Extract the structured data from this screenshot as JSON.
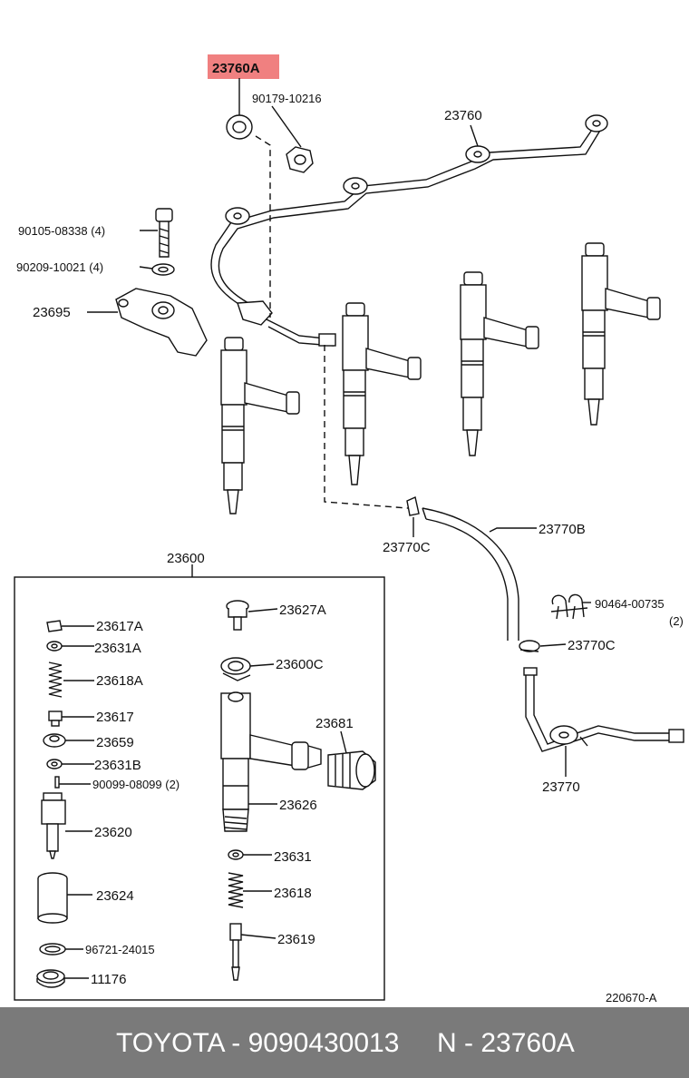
{
  "highlight_color": "#f08080",
  "footer_bg": "#7a7a7a",
  "labels": {
    "l23760A": "23760A",
    "l90179": "90179-10216",
    "l23760": "23760",
    "l90105": "90105-08338 (4)",
    "l90209": "90209-10021 (4)",
    "l23695": "23695",
    "l23770C_a": "23770C",
    "l23770B": "23770B",
    "l23600": "23600",
    "l90464": "90464-00735",
    "l90464q": "(2)",
    "l23770C_b": "23770C",
    "l23770": "23770",
    "l23617A": "23617A",
    "l23627A": "23627A",
    "l23631A": "23631A",
    "l23600C": "23600C",
    "l23618A": "23618A",
    "l23617": "23617",
    "l23681": "23681",
    "l23659": "23659",
    "l23631B": "23631B",
    "l90099": "90099-08099 (2)",
    "l23626": "23626",
    "l23620": "23620",
    "l23631": "23631",
    "l23624": "23624",
    "l23618": "23618",
    "l23619": "23619",
    "l96721": "96721-24015",
    "l11176": "11176",
    "ref": "220670-A"
  },
  "footer": {
    "brand": "TOYOTA - 9090430013",
    "part": "N - 23760A"
  }
}
